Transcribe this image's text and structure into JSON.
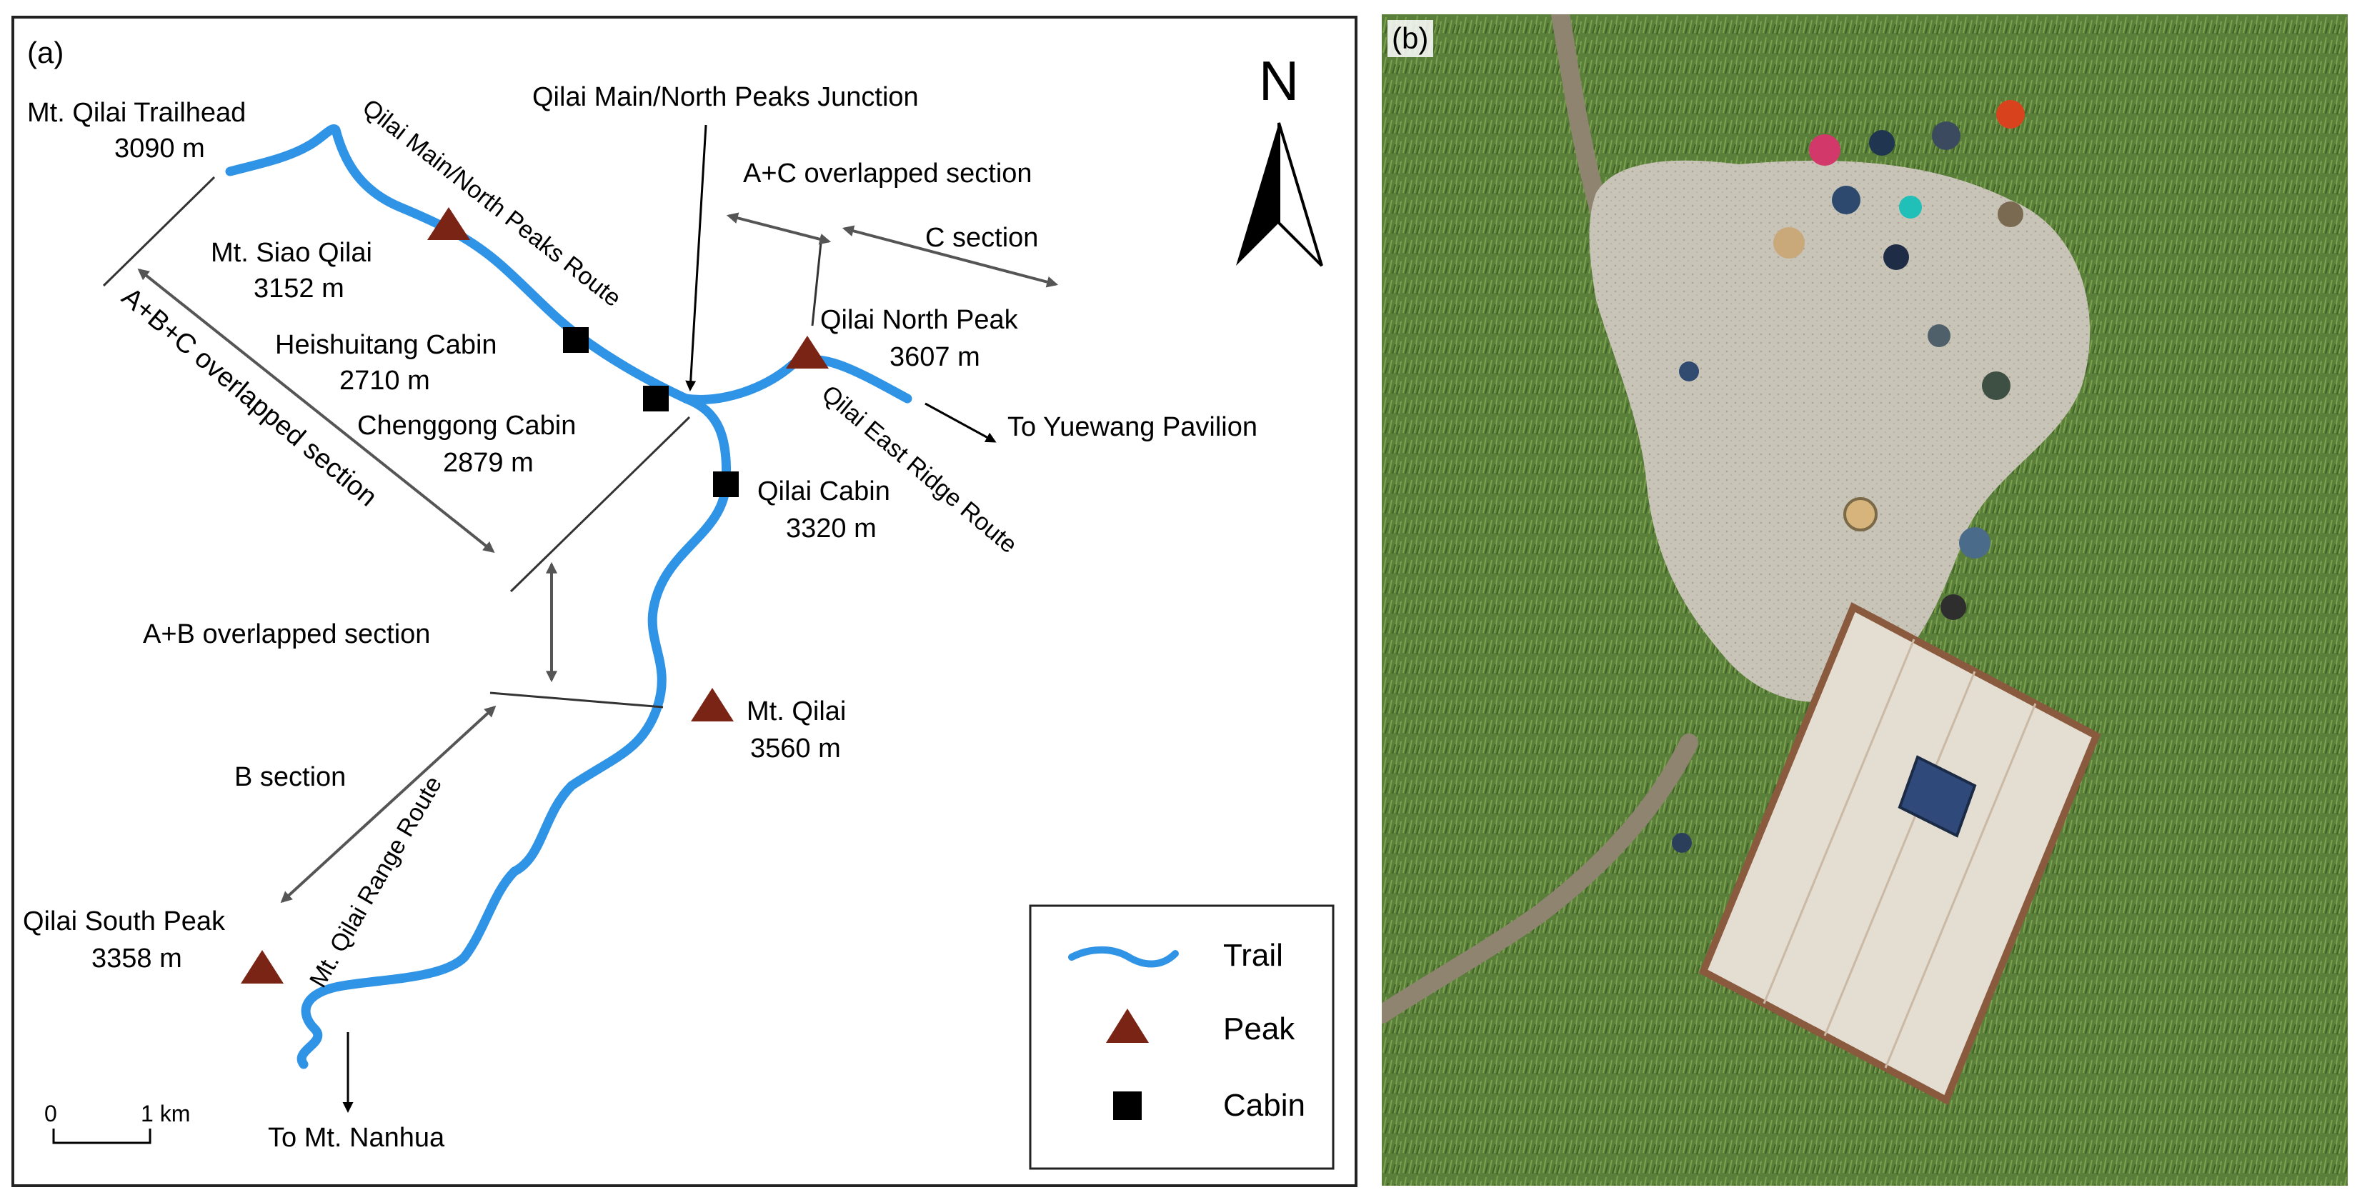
{
  "panel_a": {
    "label": "(a)",
    "north": "N",
    "places": {
      "trailhead": {
        "name": "Mt. Qilai Trailhead",
        "elev": "3090 m"
      },
      "siao_qilai": {
        "name": "Mt. Siao Qilai",
        "elev": "3152 m"
      },
      "heishuitang": {
        "name": "Heishuitang Cabin",
        "elev": "2710 m"
      },
      "chenggong": {
        "name": "Chenggong Cabin",
        "elev": "2879 m"
      },
      "junction": {
        "name": "Qilai Main/North Peaks Junction"
      },
      "north_peak": {
        "name": "Qilai North Peak",
        "elev": "3607 m"
      },
      "qilai_cabin": {
        "name": "Qilai Cabin",
        "elev": "3320 m"
      },
      "mt_qilai": {
        "name": "Mt. Qilai",
        "elev": "3560 m"
      },
      "south_peak": {
        "name": "Qilai South Peak",
        "elev": "3358 m"
      }
    },
    "routes": {
      "main_north": "Qilai Main/North Peaks Route",
      "east_ridge": "Qilai East Ridge Route",
      "range": "Mt. Qilai Range Route"
    },
    "sections": {
      "ac": "A+C overlapped section",
      "c": "C section",
      "abc": "A+B+C overlapped section",
      "ab": "A+B overlapped section",
      "b": "B section"
    },
    "destinations": {
      "yuewang": "To Yuewang Pavilion",
      "nanhua": "To Mt. Nanhua"
    },
    "scale": {
      "zero": "0",
      "one": "1 km"
    },
    "legend": [
      {
        "symbol": "trail",
        "label": "Trail"
      },
      {
        "symbol": "peak",
        "label": "Peak"
      },
      {
        "symbol": "cabin",
        "label": "Cabin"
      }
    ],
    "colors": {
      "trail": "#2f93e6",
      "peak": "#7a2416",
      "cabin": "#000000",
      "arrow": "#555555"
    }
  },
  "panel_b": {
    "label": "(b)",
    "colors": {
      "vegetation": "#5a7f3a",
      "clearing": "#c9c4b8",
      "roof": "#e4ddd2"
    }
  }
}
